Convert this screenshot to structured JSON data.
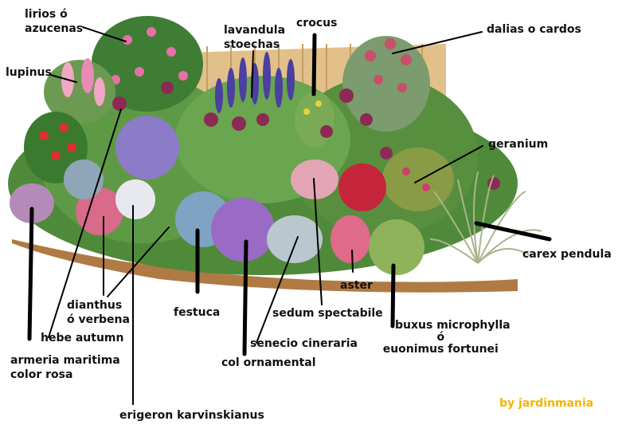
{
  "labels": {
    "lirios_1": "lirios ó",
    "lirios_2": "azucenas",
    "lupinus": "lupinus",
    "lavandula_1": "lavandula",
    "lavandula_2": "stoechas",
    "crocus": "crocus",
    "dalias": "dalias o cardos",
    "geranium": "geranium",
    "carex": "carex pendula",
    "dianthus_1": "dianthus",
    "dianthus_2": "ó verbena",
    "hebe": "hebe autumn",
    "armeria_1": "armeria maritima",
    "armeria_2": "color rosa",
    "festuca": "festuca",
    "sedum": "sedum spectabile",
    "aster": "aster",
    "buxus_1": "buxus microphylla",
    "buxus_2": "ó",
    "buxus_3": "euonimus fortunei",
    "senecio": "senecio cineraria",
    "col": "col ornamental",
    "erigeron": "erigeron karvinskianus"
  },
  "credit": "by jardinmania",
  "colors": {
    "credit": "#f5b400",
    "fence": "#e2c08a",
    "foliage": "#4f8a3a",
    "lines": "#000000"
  }
}
